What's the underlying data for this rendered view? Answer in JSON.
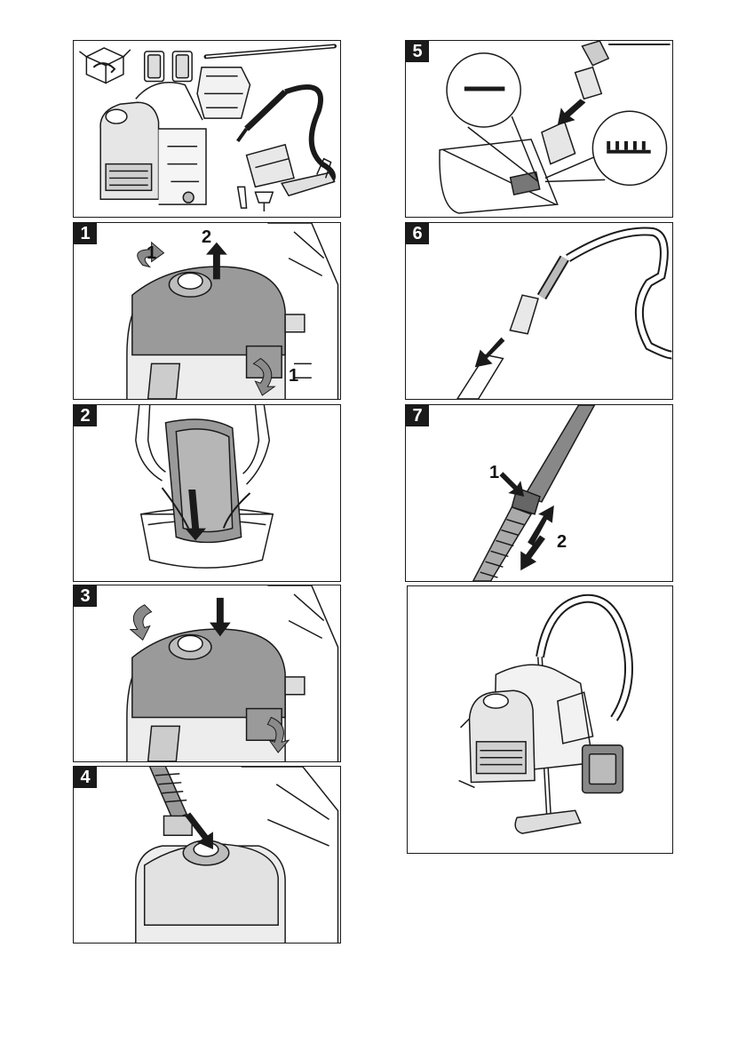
{
  "panels": {
    "unpack": {},
    "step1": {
      "number": "1",
      "callouts": [
        "1",
        "2",
        "1"
      ]
    },
    "step2": {
      "number": "2"
    },
    "step3": {
      "number": "3"
    },
    "step4": {
      "number": "4"
    },
    "step5": {
      "number": "5"
    },
    "step6": {
      "number": "6"
    },
    "step7": {
      "number": "7",
      "callouts": [
        "1",
        "2"
      ]
    },
    "final": {}
  },
  "colors": {
    "ink": "#1a1a1a",
    "shade": "#8a8a8a",
    "light": "#d0d0d0"
  }
}
